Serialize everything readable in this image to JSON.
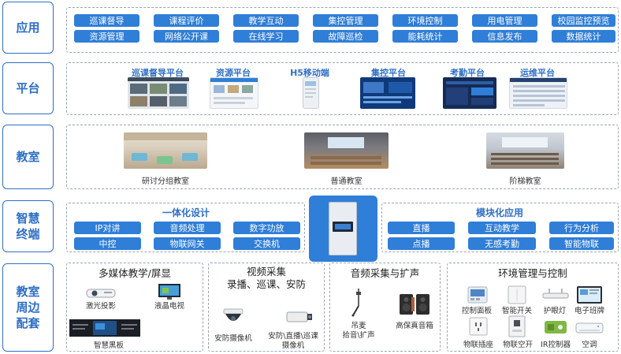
{
  "labels": {
    "app": "应用",
    "platform": "平台",
    "classroom": "教室",
    "terminal": "智慧终端",
    "peripheral": "教室周边配套"
  },
  "apps": {
    "row1": [
      "巡课督导",
      "课程评价",
      "教学互动",
      "集控管理",
      "环境控制",
      "用电管理",
      "校园监控预览"
    ],
    "row2": [
      "资源管理",
      "网络公开课",
      "在线学习",
      "故障巡检",
      "能耗统计",
      "信息发布",
      "数据统计"
    ]
  },
  "platforms": [
    "巡课督导平台",
    "资源平台",
    "H5移动端",
    "集控平台",
    "考勤平台",
    "运维平台"
  ],
  "classrooms": [
    "研讨分组教室",
    "普通教室",
    "阶梯教室"
  ],
  "terminal": {
    "integrated": {
      "title": "一体化设计",
      "row1": [
        "IP对讲",
        "音频处理",
        "数字功放"
      ],
      "row2": [
        "中控",
        "物联网关",
        "交换机"
      ]
    },
    "modular": {
      "title": "模块化应用",
      "row1": [
        "直播",
        "互动教学",
        "行为分析"
      ],
      "row2": [
        "点播",
        "无感考勤",
        "智能物联"
      ]
    }
  },
  "peripheral": {
    "multimedia": {
      "title": "多媒体教学/屏显",
      "items": [
        "激光投影",
        "液晶电视",
        "智慧黑板"
      ]
    },
    "video": {
      "title_line1": "视频采集",
      "title_line2": "录播、巡课、安防",
      "items": [
        "安防摄像机",
        "安防\\直播\\巡课",
        "摄像机"
      ]
    },
    "audio": {
      "title": "音频采集与扩声",
      "items": [
        "吊麦",
        "拾音\\扩声",
        "高保真音箱"
      ]
    },
    "env": {
      "title": "环境管理与控制",
      "items": [
        "控制面板",
        "智能开关",
        "护眼灯",
        "电子班牌",
        "物联插座",
        "物联空开",
        "IR控制器",
        "空调"
      ]
    }
  },
  "colors": {
    "accent": "#2f6fc6",
    "chip": "#2f7ed8",
    "dashed": "#9aa4b2"
  }
}
